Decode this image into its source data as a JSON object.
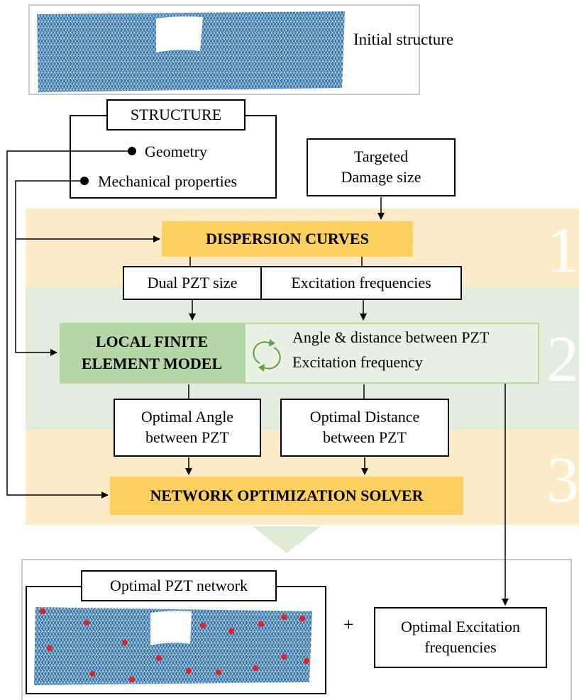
{
  "initial_panel": {
    "label": "Initial\nstructure"
  },
  "structure": {
    "title": "STRUCTURE",
    "items": [
      "Geometry",
      "Mechanical properties"
    ]
  },
  "targeted": {
    "label": "Targeted\nDamage size"
  },
  "dispersion": {
    "label": "DISPERSION CURVES"
  },
  "dual_pzt": {
    "label": "Dual PZT size"
  },
  "excitation_freqs": {
    "label": "Excitation frequencies"
  },
  "local_fem": {
    "label": "LOCAL FINITE\nELEMENT MODEL"
  },
  "loop": {
    "line1": "Angle & distance between PZT",
    "line2": "Excitation frequency"
  },
  "optimal_angle": {
    "label": "Optimal Angle\nbetween PZT"
  },
  "optimal_distance": {
    "label": "Optimal Distance\nbetween PZT"
  },
  "solver": {
    "label": "NETWORK OPTIMIZATION  SOLVER"
  },
  "result": {
    "network_label": "Optimal PZT network",
    "plus": "+",
    "excitation_label": "Optimal Excitation\nfrequencies"
  },
  "bands": [
    "1",
    "2",
    "3"
  ],
  "colors": {
    "band_yellow": "#fdecc8",
    "band_green": "#e2eedd",
    "gold": "#fcd05f",
    "fem_green": "#b6d7a8",
    "loop_green": "#5aa53a",
    "mesh_blue": "#3b7fb3",
    "pzt_red": "#e0202a"
  }
}
